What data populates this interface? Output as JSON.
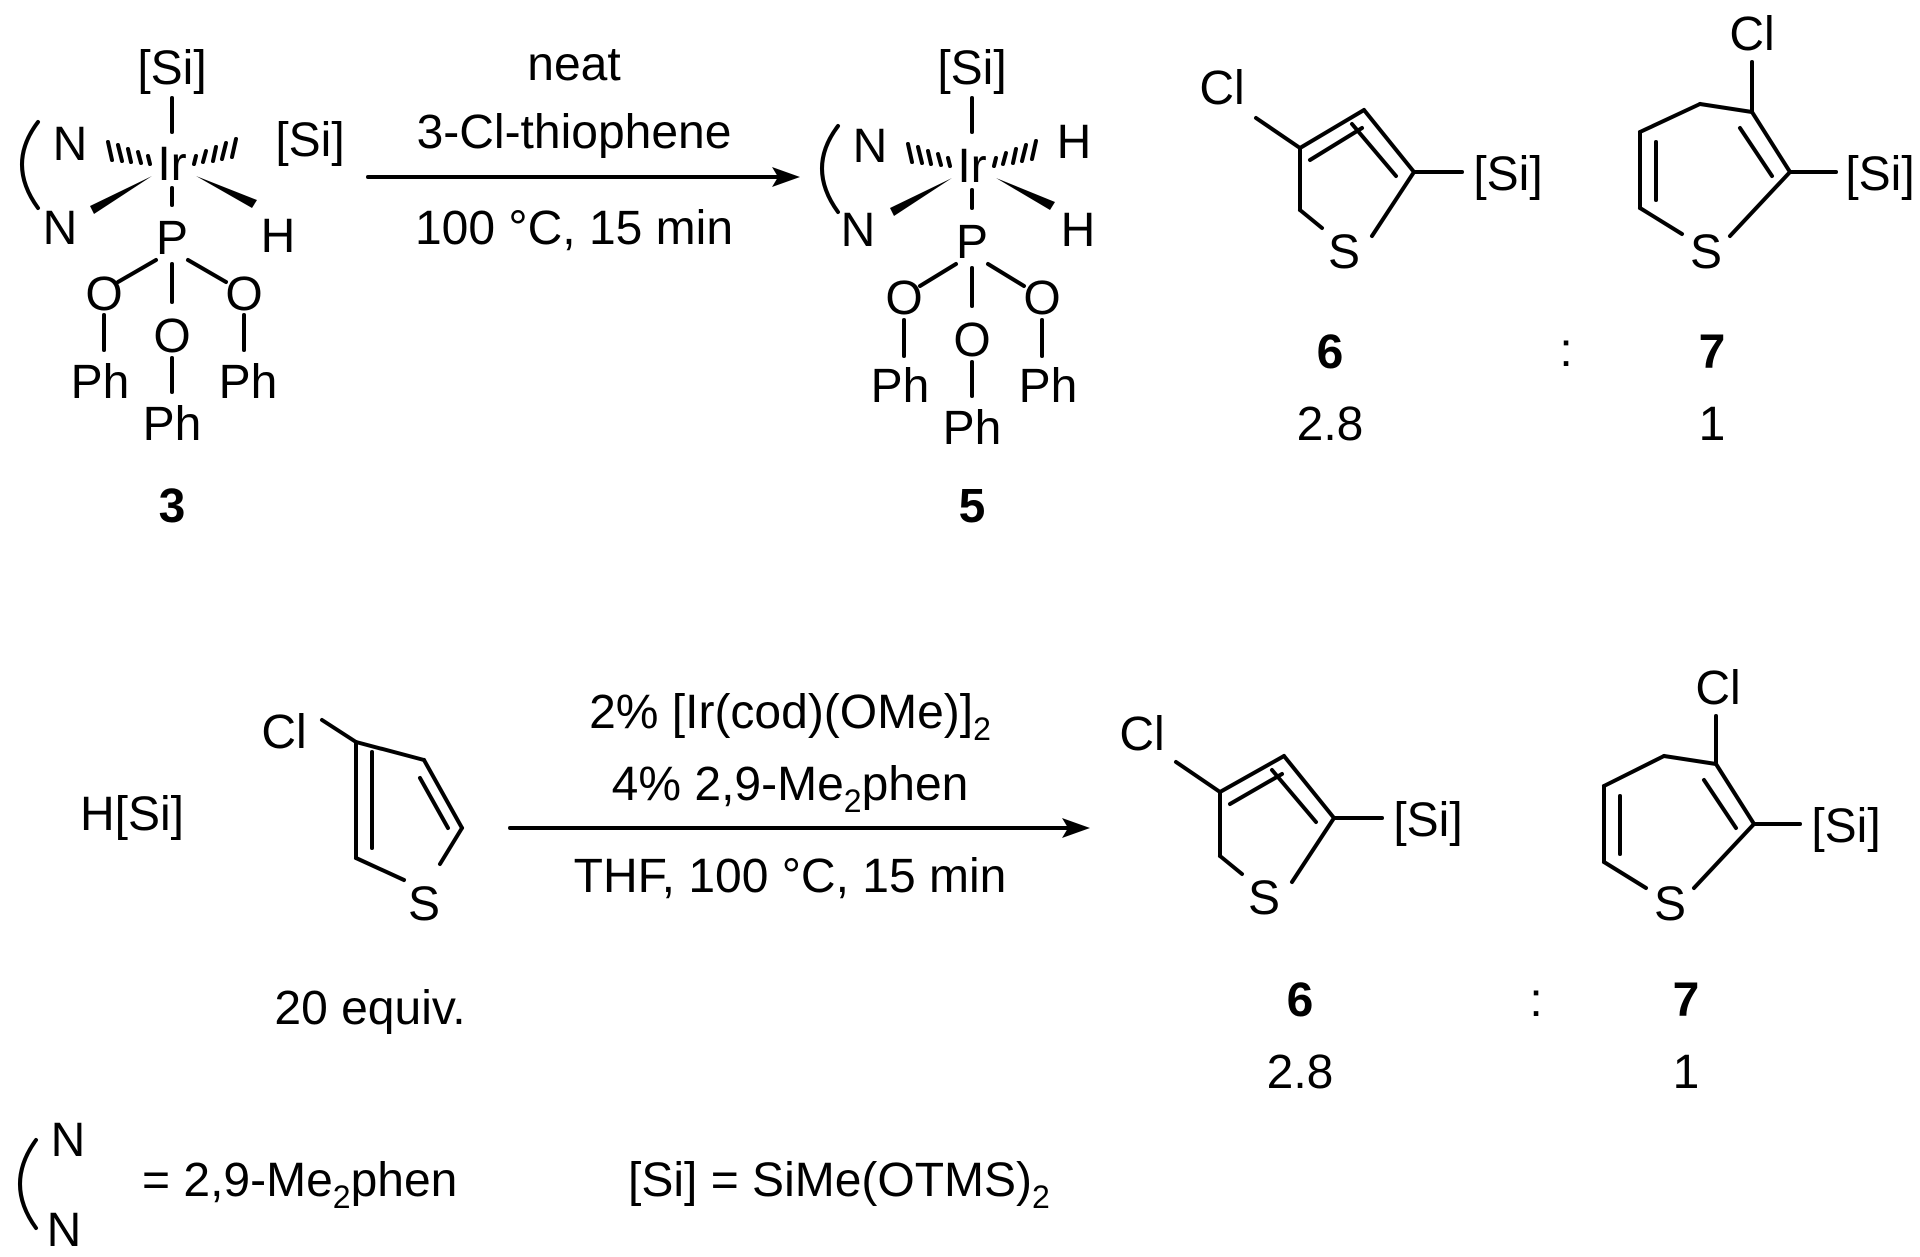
{
  "reaction1": {
    "reactant": {
      "atoms": {
        "si_top": "[Si]",
        "n_upper": "N",
        "metal": "Ir",
        "si_right": "[Si]",
        "n_lower": "N",
        "hydride": "H",
        "phosphorus": "P",
        "o_left": "O",
        "o_center": "O",
        "o_right": "O",
        "ph_left": "Ph",
        "ph_right": "Ph",
        "ph_center": "Ph"
      },
      "label": "3"
    },
    "conditions": {
      "line1": "neat",
      "line2": "3-Cl-thiophene",
      "line3": "100 °C, 15 min"
    },
    "product": {
      "atoms": {
        "si_top": "[Si]",
        "n_upper": "N",
        "metal": "Ir",
        "h_upper": "H",
        "n_lower": "N",
        "h_lower": "H",
        "phosphorus": "P",
        "o_left": "O",
        "o_center": "O",
        "o_right": "O",
        "ph_left": "Ph",
        "ph_right": "Ph",
        "ph_center": "Ph"
      },
      "label": "5"
    },
    "product6": {
      "cl": "Cl",
      "si": "[Si]",
      "s": "S",
      "label": "6",
      "ratio": "2.8"
    },
    "separator": ":",
    "product7": {
      "cl": "Cl",
      "si": "[Si]",
      "s": "S",
      "label": "7",
      "ratio": "1"
    }
  },
  "reaction2": {
    "reagent_silane": "H[Si]",
    "substrate": {
      "cl": "Cl",
      "s": "S",
      "equiv": "20 equiv."
    },
    "conditions": {
      "line1_main": "2% [Ir(cod)(OMe)]",
      "line1_sub": "2",
      "line2_a": "4% 2,9-Me",
      "line2_sub": "2",
      "line2_b": "phen",
      "line3": "THF,  100 °C, 15 min"
    },
    "product6": {
      "cl": "Cl",
      "si": "[Si]",
      "s": "S",
      "label": "6",
      "ratio": "2.8"
    },
    "separator": ":",
    "product7": {
      "cl": "Cl",
      "si": "[Si]",
      "s": "S",
      "label": "7",
      "ratio": "1"
    }
  },
  "legend": {
    "ligand_n_top": "N",
    "ligand_n_bottom": "N",
    "ligand_a": "= 2,9-Me",
    "ligand_sub": "2",
    "ligand_b": "phen",
    "silyl_a": "[Si] = SiMe(OTMS)",
    "silyl_sub": "2"
  }
}
